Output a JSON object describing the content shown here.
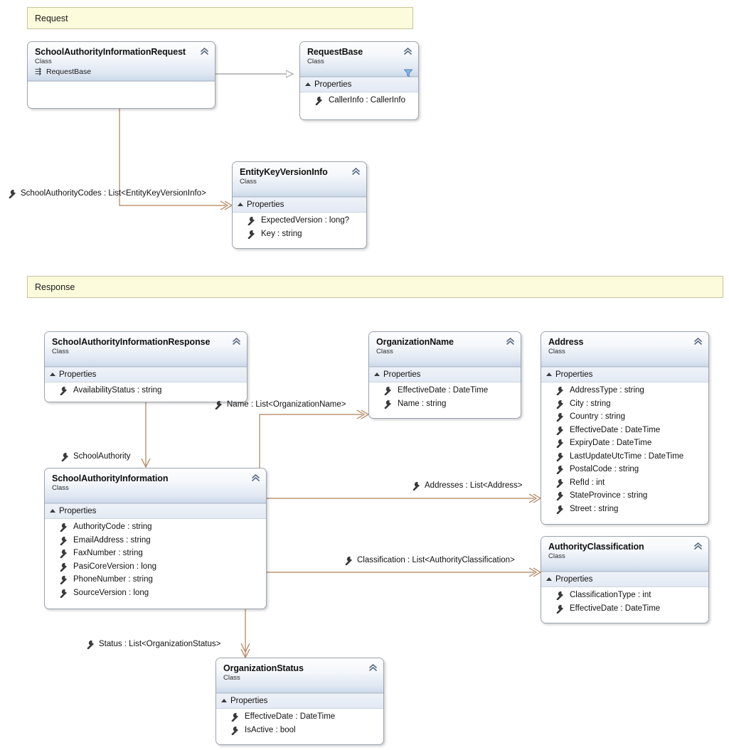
{
  "banners": [
    {
      "name": "request-banner",
      "label": "Request"
    },
    {
      "name": "response-banner",
      "label": "Response"
    }
  ],
  "compartment_label": "Properties",
  "stereotype": "Class",
  "classes": {
    "school_authority_information_request": {
      "title": "SchoolAuthorityInformationRequest",
      "stereotype": "Class",
      "base": "RequestBase",
      "members": []
    },
    "request_base": {
      "title": "RequestBase",
      "stereotype": "Class",
      "compartment": "Properties",
      "members": [
        "CallerInfo : CallerInfo"
      ]
    },
    "entity_key_version_info": {
      "title": "EntityKeyVersionInfo",
      "stereotype": "Class",
      "compartment": "Properties",
      "members": [
        "ExpectedVersion : long?",
        "Key : string"
      ]
    },
    "school_authority_information_response": {
      "title": "SchoolAuthorityInformationResponse",
      "stereotype": "Class",
      "compartment": "Properties",
      "members": [
        "AvailabilityStatus : string"
      ]
    },
    "organization_name": {
      "title": "OrganizationName",
      "stereotype": "Class",
      "compartment": "Properties",
      "members": [
        "EffectiveDate : DateTime",
        "Name : string"
      ]
    },
    "address": {
      "title": "Address",
      "stereotype": "Class",
      "compartment": "Properties",
      "members": [
        "AddressType : string",
        "City : string",
        "Country : string",
        "EffectiveDate : DateTime",
        "ExpiryDate : DateTime",
        "LastUpdateUtcTime : DateTime",
        "PostalCode : string",
        "RefId : int",
        "StateProvince : string",
        "Street : string"
      ]
    },
    "school_authority_information": {
      "title": "SchoolAuthorityInformation",
      "stereotype": "Class",
      "compartment": "Properties",
      "members": [
        "AuthorityCode : string",
        "EmailAddress : string",
        "FaxNumber : string",
        "PasiCoreVersion : long",
        "PhoneNumber : string",
        "SourceVersion : long"
      ]
    },
    "authority_classification": {
      "title": "AuthorityClassification",
      "stereotype": "Class",
      "compartment": "Properties",
      "members": [
        "ClassificationType : int",
        "EffectiveDate : DateTime"
      ]
    },
    "organization_status": {
      "title": "OrganizationStatus",
      "stereotype": "Class",
      "compartment": "Properties",
      "members": [
        "EffectiveDate : DateTime",
        "IsActive : bool"
      ]
    }
  },
  "connector_labels": [
    {
      "name": "school-authority-codes-label",
      "text": "SchoolAuthorityCodes : List<EntityKeyVersionInfo>"
    },
    {
      "name": "name-label",
      "text": "Name : List<OrganizationName>"
    },
    {
      "name": "school-authority-label",
      "text": "SchoolAuthority"
    },
    {
      "name": "addresses-label",
      "text": "Addresses : List<Address>"
    },
    {
      "name": "classification-label",
      "text": "Classification : List<AuthorityClassification>"
    },
    {
      "name": "status-label",
      "text": "Status : List<OrganizationStatus>"
    }
  ],
  "colors": {
    "banner_fill": "#fcfbdc",
    "banner_border": "#c8c49a",
    "class_border": "#9aa3ad",
    "header_gradient_bottom": "#ccd9ea",
    "association_line": "#b08058",
    "inheritance_line": "#9a9a9a",
    "funnel_icon": "#5b9bd5"
  }
}
